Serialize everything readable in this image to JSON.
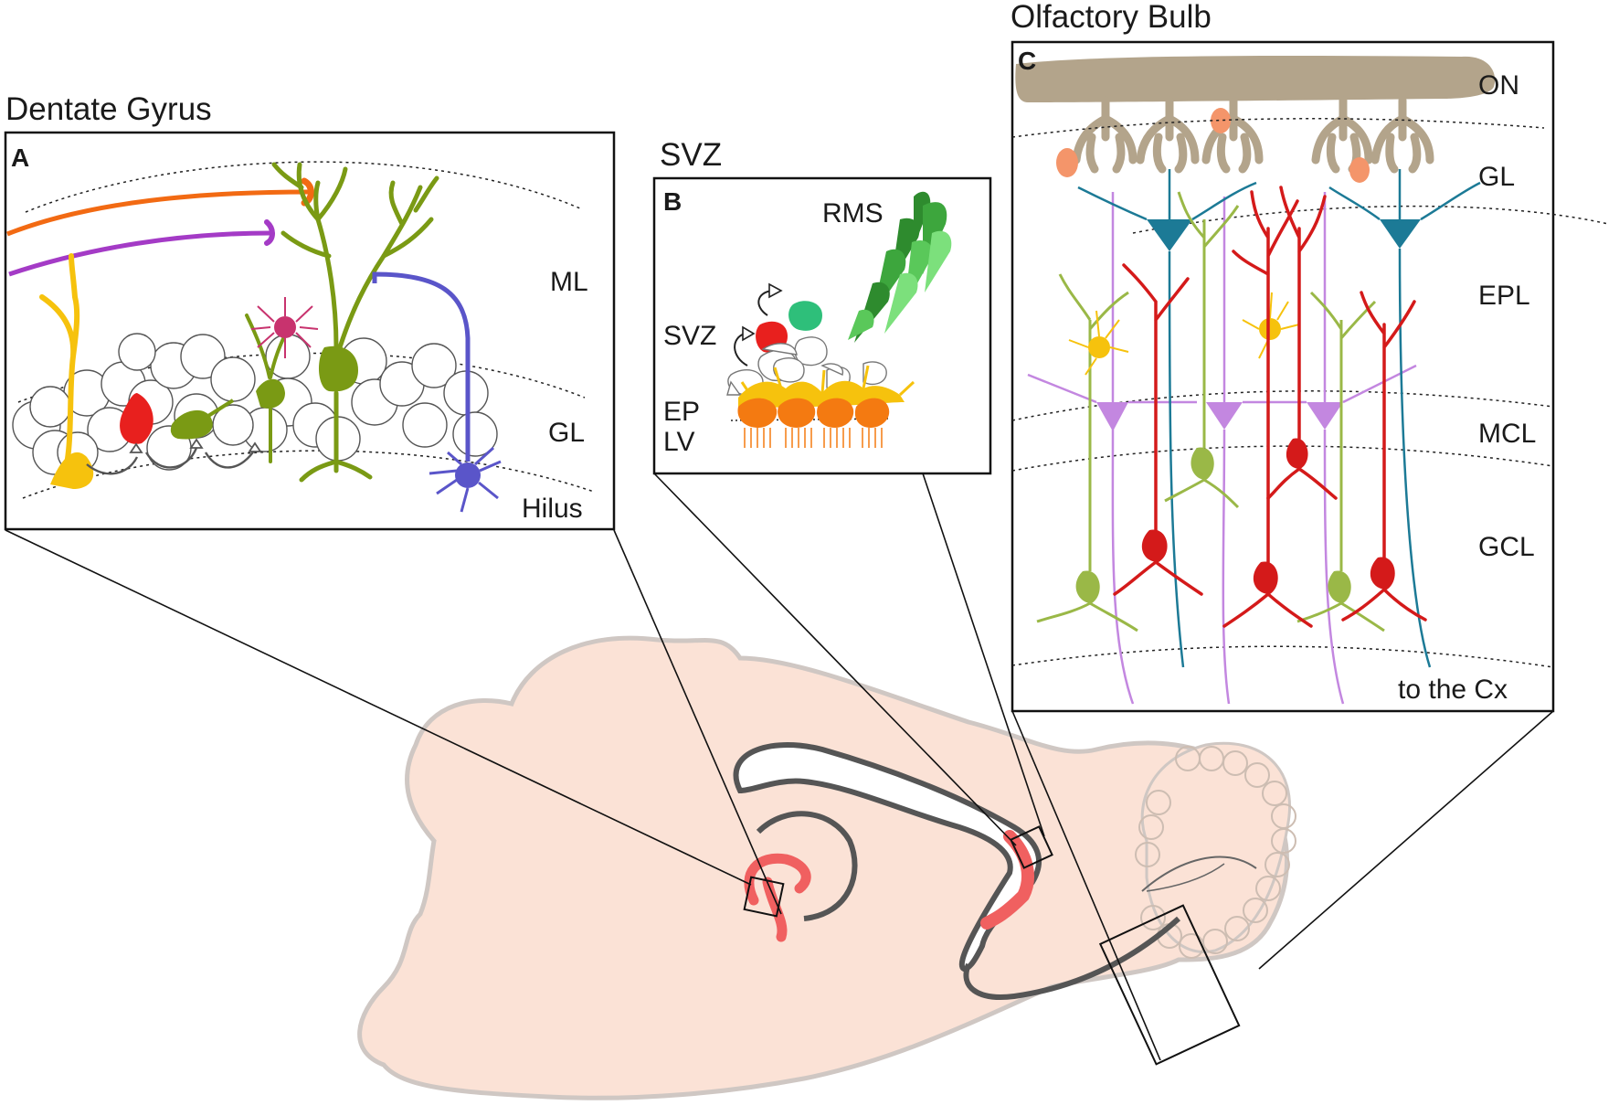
{
  "titles": {
    "dentate": "Dentate Gyrus",
    "svz": "SVZ",
    "ob": "Olfactory Bulb"
  },
  "panels": {
    "a": "A",
    "b": "B",
    "c": "C"
  },
  "dg_layers": [
    "ML",
    "GL",
    "Hilus"
  ],
  "svz_labels": {
    "rms": "RMS",
    "svz": "SVZ",
    "ep": "EP",
    "lv": "LV"
  },
  "ob_layers": [
    "ON",
    "GL",
    "EPL",
    "MCL",
    "GCL"
  ],
  "ob_footer": "to the Cx",
  "colors": {
    "brain": "#fbe2d6",
    "brain_outline": "#cfc7c3",
    "ventricle": "#555555",
    "neurogenic_zone": "#f06060",
    "granule_green": "#7a9a14",
    "astro_yellow": "#f6c20d",
    "red_cell": "#e8201e",
    "blue_interneuron": "#5a55c9",
    "magenta_cell": "#c8336e",
    "orange_axon": "#f26a13",
    "purple_axon": "#a43bc6",
    "ependymal_orange": "#f47a11",
    "rms_green": "#3da63d",
    "nerve_tan": "#b3a48b",
    "mitral_purple": "#c387e0",
    "tufted_teal": "#1c7a96",
    "ob_red": "#d41a1a",
    "ob_green": "#9ab847"
  }
}
